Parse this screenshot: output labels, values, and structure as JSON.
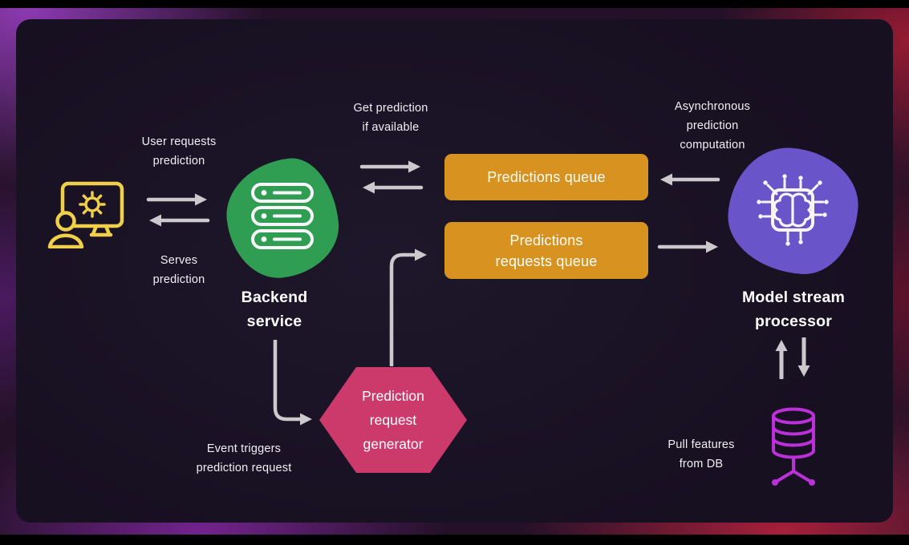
{
  "colors": {
    "queue_orange": "#d8921f",
    "blob_green": "#2f9e52",
    "blob_purple": "#6a54c9",
    "hex_pink": "#cb3a6b",
    "arrow_gray": "#cbc9cd",
    "icon_yellow": "#f0d04a",
    "icon_magenta": "#bb30d9",
    "icon_white": "#f7f5f9",
    "text": "#f2eef5"
  },
  "nodes": {
    "backend_service": {
      "title": [
        "Backend",
        "service"
      ]
    },
    "model_stream_processor": {
      "title": [
        "Model stream",
        "processor"
      ]
    },
    "predictions_queue": {
      "label": "Predictions queue"
    },
    "predictions_requests_queue": {
      "label": [
        "Predictions",
        "requests queue"
      ]
    },
    "prediction_request_generator": {
      "label": [
        "Prediction",
        "request",
        "generator"
      ]
    }
  },
  "labels": {
    "user_requests_prediction": [
      "User requests",
      "prediction"
    ],
    "serves_prediction": [
      "Serves",
      "prediction"
    ],
    "get_prediction_if_available": [
      "Get prediction",
      "if available"
    ],
    "asynchronous_prediction_computation": [
      "Asynchronous",
      "prediction",
      "computation"
    ],
    "event_triggers_prediction_request": [
      "Event triggers",
      "prediction request"
    ],
    "pull_features_from_db": [
      "Pull features",
      "from DB"
    ]
  },
  "icons": {
    "user_workstation": "monitor-with-gear-and-person",
    "server_stack": "three-stacked-servers",
    "chip_brain": "ai-chip-with-brain-and-circuit-traces",
    "database": "database-cylinder-with-network-legs"
  }
}
